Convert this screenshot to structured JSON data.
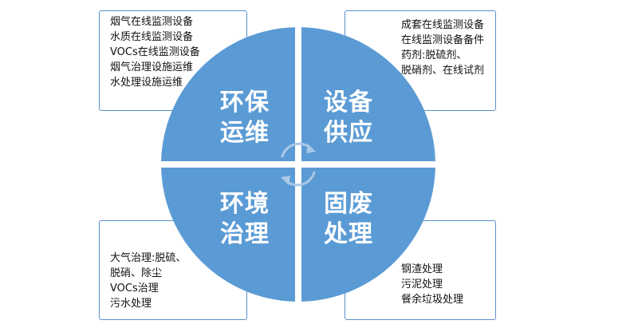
{
  "quadrants": {
    "top_left": {
      "title_line1": "环保",
      "title_line2": "运维"
    },
    "top_right": {
      "title_line1": "设备",
      "title_line2": "供应"
    },
    "bottom_left": {
      "title_line1": "环境",
      "title_line2": "治理"
    },
    "bottom_right": {
      "title_line1": "固废",
      "title_line2": "处理"
    }
  },
  "boxes": {
    "top_left": {
      "lines": [
        "烟气在线监测设备",
        "水质在线监测设备",
        "VOCs在线监测设备",
        "烟气治理设施运维",
        "水处理设施运维"
      ]
    },
    "top_right": {
      "lines": [
        "成套在线监测设备",
        "在线监测设备备件",
        "药剂:脱硫剂、",
        "脱硝剂、在线试剂"
      ]
    },
    "bottom_left": {
      "lines": [
        "大气治理:脱硫、",
        "脱硝、除尘",
        "VOCs治理",
        "污水处理"
      ]
    },
    "bottom_right": {
      "lines": [
        "钢渣处理",
        "污泥处理",
        "餐余垃圾处理"
      ]
    }
  },
  "colors": {
    "quadrant_fill": "#5b9bd5",
    "box_border": "#5b8fc9",
    "arrow": "#a9c8e8"
  },
  "icons": {
    "center": "cycle-arrows-icon"
  }
}
